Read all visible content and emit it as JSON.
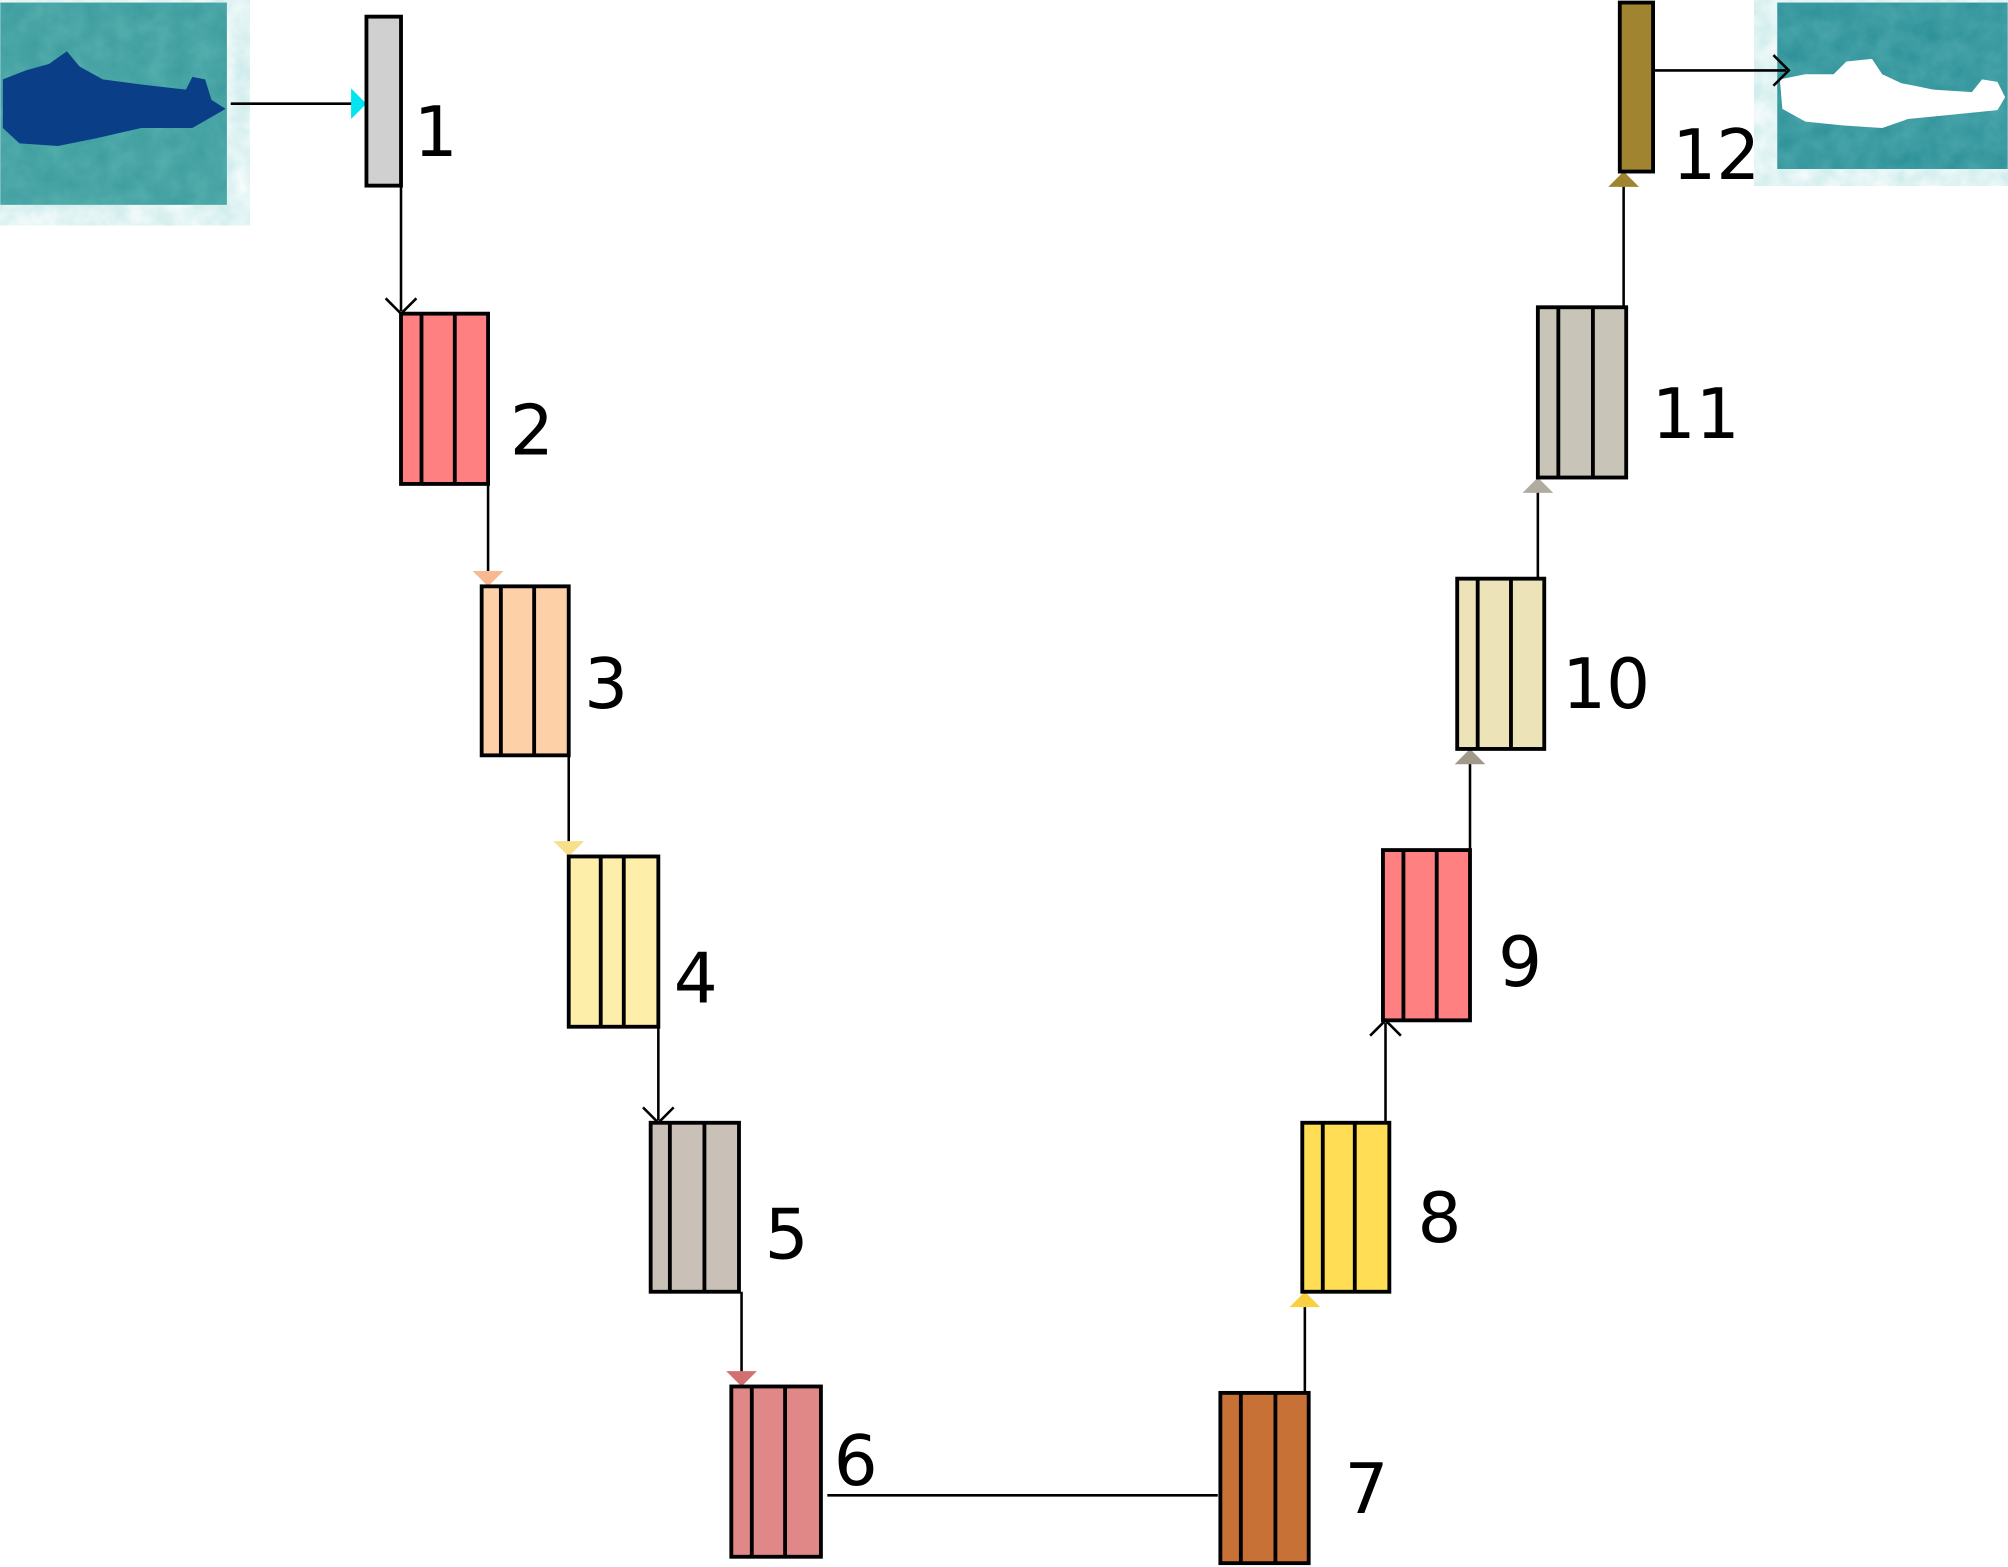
{
  "input_image": {
    "icon": "satellite-lake-dark-water",
    "water_color": "#0a3f88",
    "land_color": "#3a9a9a"
  },
  "output_image": {
    "icon": "satellite-lake-white-mask",
    "mask_color": "#ffffff",
    "land_color": "#2a8e96"
  },
  "blocks": [
    {
      "label": "1",
      "color": "#d0d0d0",
      "arrow_color": "#00e5f0",
      "dividers": 0
    },
    {
      "label": "2",
      "color": "#ff8080",
      "arrow_color": "#000000",
      "dividers": 2
    },
    {
      "label": "3",
      "color": "#fdd0a8",
      "arrow_color": "#f8b890",
      "dividers": 2
    },
    {
      "label": "4",
      "color": "#fdefaa",
      "arrow_color": "#f8e08a",
      "dividers": 2
    },
    {
      "label": "5",
      "color": "#c9c0b8",
      "arrow_color": "#000000",
      "dividers": 2
    },
    {
      "label": "6",
      "color": "#e08888",
      "arrow_color": "#d07070",
      "dividers": 2
    },
    {
      "label": "7",
      "color": "#c87137",
      "arrow_color": "",
      "dividers": 2
    },
    {
      "label": "8",
      "color": "#ffdd55",
      "arrow_color": "#f8d040",
      "dividers": 2
    },
    {
      "label": "9",
      "color": "#ff8080",
      "arrow_color": "#000000",
      "dividers": 2
    },
    {
      "label": "10",
      "color": "#ece4b8",
      "arrow_color": "#a09888",
      "dividers": 2
    },
    {
      "label": "11",
      "color": "#c8c4b8",
      "arrow_color": "#b0aca0",
      "dividers": 2
    },
    {
      "label": "12",
      "color": "#a08430",
      "arrow_color": "#a08430",
      "dividers": 0
    }
  ]
}
